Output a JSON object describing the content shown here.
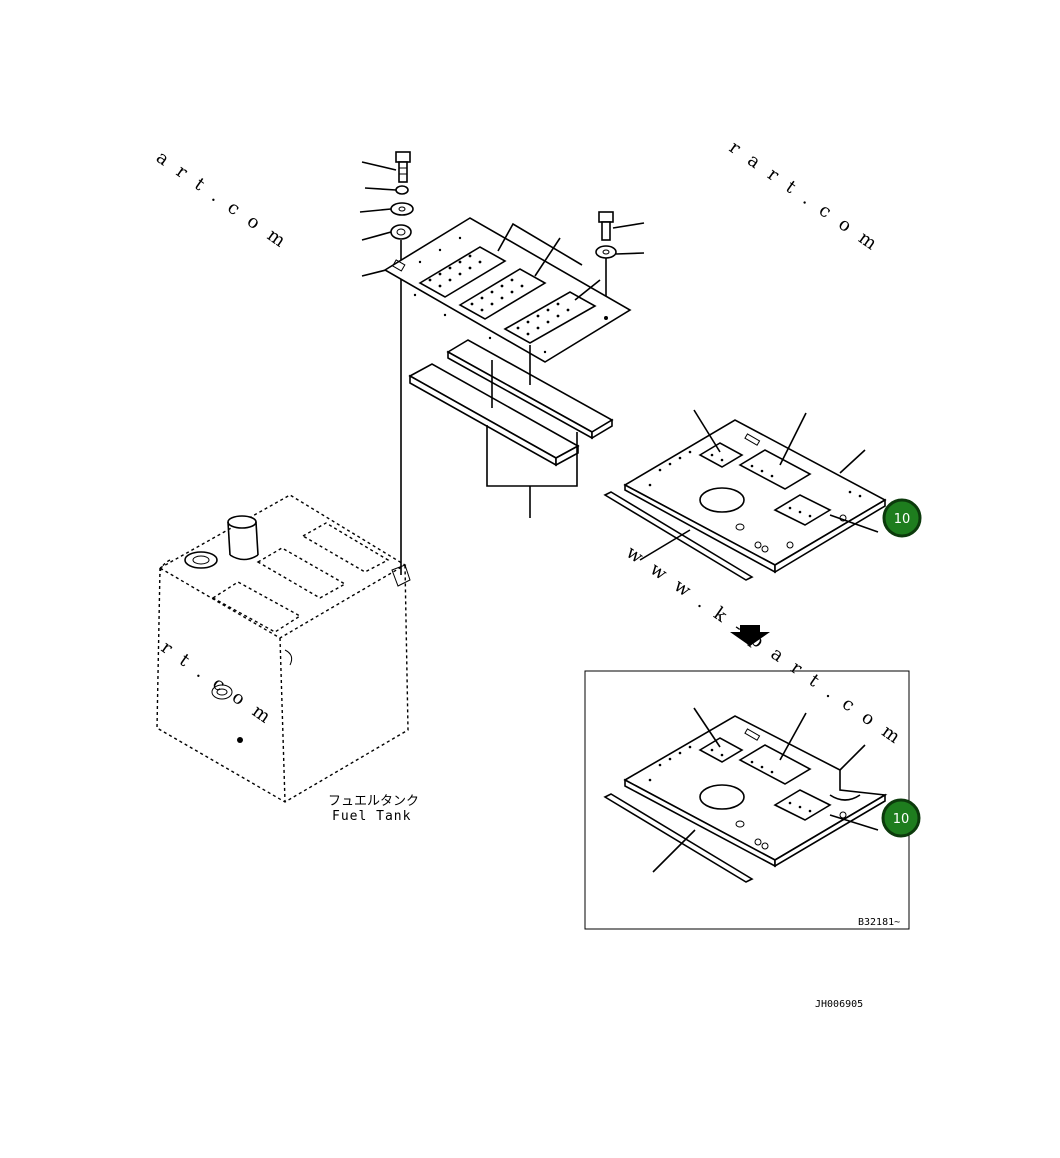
{
  "diagram": {
    "fuel_tank_label_jp": "フュエルタンク",
    "fuel_tank_label_en": "Fuel Tank",
    "inset_code": "B32181~",
    "drawing_code": "JH006905",
    "callouts": [
      {
        "id": "callout-1",
        "number": "10",
        "color": "#1e7d1e"
      },
      {
        "id": "callout-2",
        "number": "10",
        "color": "#1e7d1e"
      }
    ]
  }
}
